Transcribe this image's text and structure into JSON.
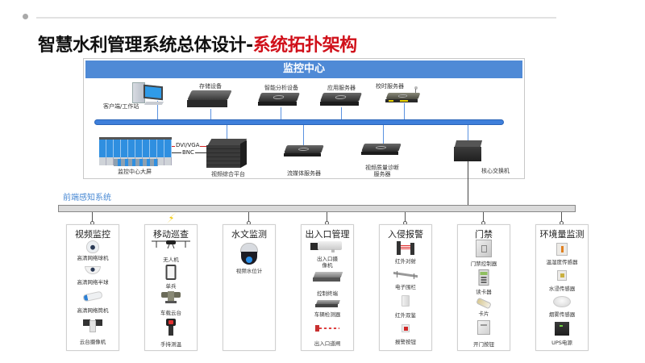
{
  "slide": {
    "title_main": "智慧水利管理系统总体设计-",
    "title_highlight": "系统拓扑架构",
    "colors": {
      "accent_red": "#d0101a",
      "header_blue": "#4f8ad6",
      "bus_blue": "#3e7fdb",
      "frontend_label": "#4a8ad4"
    }
  },
  "monitoring_center": {
    "title": "监控中心",
    "top_devices": [
      {
        "label": "客户端/工作站",
        "icon": "workstation-icon"
      },
      {
        "label": "存储设备",
        "icon": "storage-device-icon"
      },
      {
        "label": "智能分析设备",
        "icon": "analysis-device-icon"
      },
      {
        "label": "应用服务器",
        "icon": "app-server-icon"
      },
      {
        "label": "校时服务器",
        "icon": "time-server-icon"
      }
    ],
    "bottom_devices": [
      {
        "label": "监控中心大屏",
        "icon": "video-wall-icon"
      },
      {
        "label": "视频综合平台",
        "icon": "video-platform-icon"
      },
      {
        "label": "流媒体服务器",
        "icon": "media-server-icon"
      },
      {
        "label": "视频质量诊断服务器",
        "icon": "quality-server-icon"
      },
      {
        "label": "核心交换机",
        "icon": "core-switch-icon"
      }
    ],
    "links": {
      "dvi_vga": "DVI/VGA",
      "bnc": "BNC"
    }
  },
  "frontend": {
    "label": "前端感知系统",
    "subsystems": [
      {
        "title": "视频监控",
        "items": [
          "高清网络球机",
          "高清网络半球",
          "高清网络筒机",
          "云台摄像机"
        ]
      },
      {
        "title": "移动巡查",
        "items": [
          "无人机",
          "单兵",
          "车载云台",
          "手持测温"
        ]
      },
      {
        "title": "水文监测",
        "items": [
          "视频水位计"
        ]
      },
      {
        "title": "出入口管理",
        "items": [
          "出入口摄像机",
          "控制终端",
          "车辆检测器",
          "出入口道闸"
        ]
      },
      {
        "title": "入侵报警",
        "items": [
          "红外对射",
          "电子围栏",
          "红外双鉴",
          "报警按钮"
        ]
      },
      {
        "title": "门禁",
        "items": [
          "门禁控制器",
          "读卡器",
          "卡片",
          "开门按钮"
        ]
      },
      {
        "title": "环境量监测",
        "items": [
          "温湿度传感器",
          "水浸传感器",
          "烟雾传感器",
          "UPS电源"
        ]
      }
    ]
  }
}
